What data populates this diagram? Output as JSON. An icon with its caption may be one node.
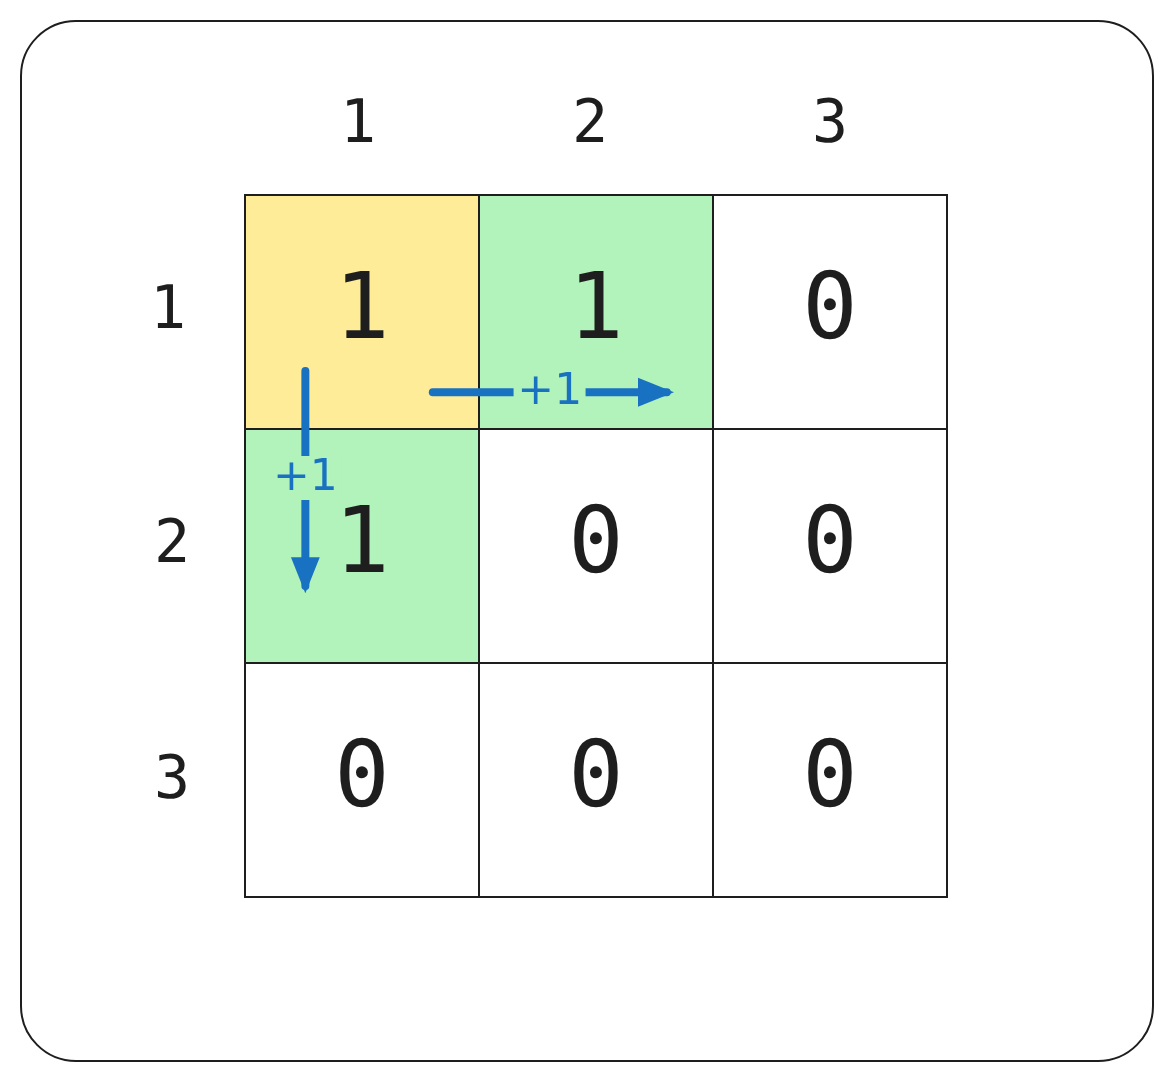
{
  "diagram": {
    "nodes": [
      {
        "text": [
          "1"
        ]
      },
      {
        "text": [
          "1"
        ]
      },
      {
        "text": [
          "0"
        ]
      },
      {
        "text": [
          "1"
        ]
      },
      {
        "text": [
          "0"
        ]
      },
      {
        "text": [
          "0"
        ]
      },
      {
        "text": [
          "0"
        ]
      },
      {
        "text": [
          "0"
        ]
      },
      {
        "text": [
          "0"
        ]
      }
    ],
    "edges": [
      {
        "from": 0,
        "to": 1,
        "arrow": "to",
        "label": "+1"
      },
      {
        "from": 0,
        "to": 3,
        "arrow": "to",
        "label": "+1"
      }
    ],
    "labels": [
      "1",
      "2",
      "3",
      "1",
      "2",
      "3"
    ]
  }
}
